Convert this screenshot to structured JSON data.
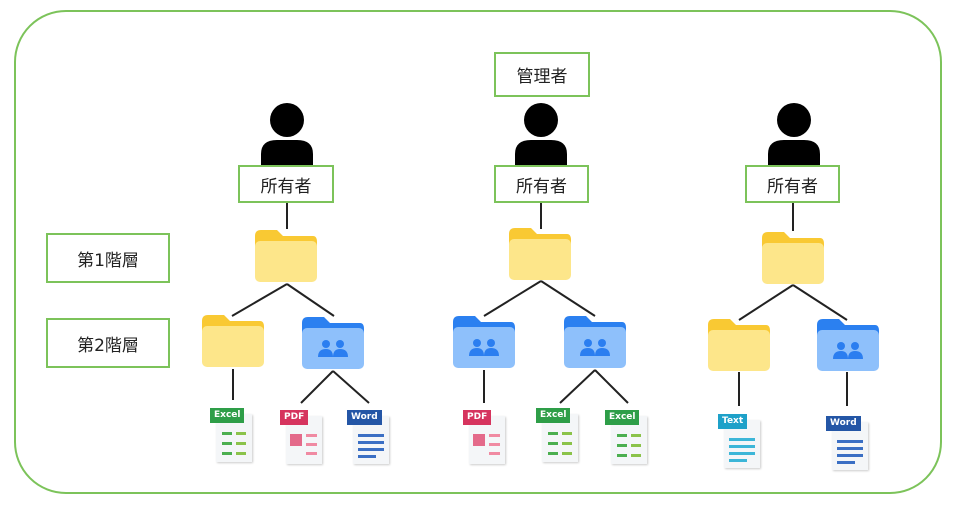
{
  "labels": {
    "owner": "所有者",
    "admin": "管理者",
    "level1": "第1階層",
    "level2": "第2階層"
  },
  "files": {
    "excel": "Excel",
    "pdf": "PDF",
    "word": "Word",
    "text": "Text"
  },
  "colors": {
    "frame": "#7cc35a",
    "folder_yellow": "#fde68a",
    "folder_blue": "#8ec0fb",
    "excel": "#2e9e48",
    "pdf": "#d6345e",
    "word": "#2456a6",
    "text": "#1ea1c9"
  }
}
